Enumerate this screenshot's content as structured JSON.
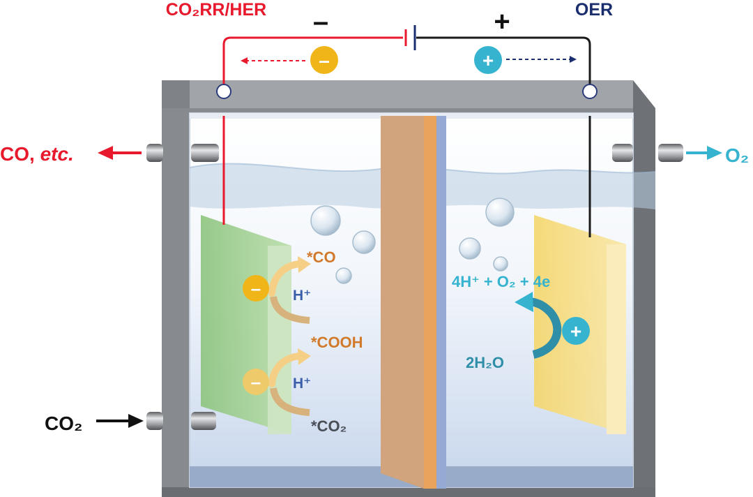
{
  "labels": {
    "cathode_reaction": "CO₂RR/HER",
    "anode_reaction": "OER",
    "negative_terminal": "–",
    "positive_terminal": "+",
    "product_out": "CO, ",
    "product_out_etc": "etc.",
    "o2_out": "O₂",
    "co2_in": "CO₂",
    "adsorbed_co": "*CO",
    "adsorbed_cooh": "*COOH",
    "adsorbed_co2": "*CO₂",
    "proton_1": "H⁺",
    "proton_2": "H⁺",
    "anode_products": "4H⁺ + O₂ + 4e",
    "water": "2H₂O",
    "electron_minus_top": "–",
    "electron_minus_1": "–",
    "electron_minus_2": "–",
    "hole_plus_top": "+",
    "hole_plus_anode": "+"
  },
  "colors": {
    "cathode_red": "#e8192c",
    "anode_navy": "#1a2e6e",
    "cyan": "#35b3cf",
    "orange_text": "#d27a2c",
    "proton_blue": "#3a5fa8",
    "electron_yellow": "#efb519",
    "frame_gray": "#7a7d82",
    "cathode_green": "#9ccf8e",
    "anode_gold": "#f3cf59",
    "membrane_tan": "#cc9e7a"
  }
}
